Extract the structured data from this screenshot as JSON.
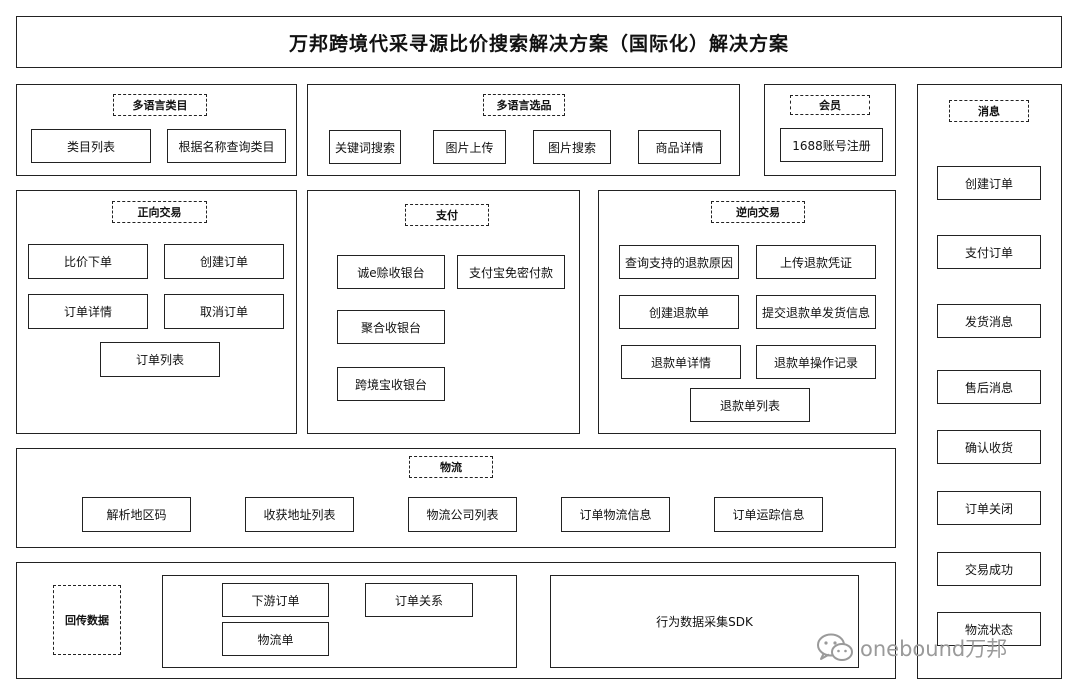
{
  "title": "万邦跨境代采寻源比价搜索解决方案（国际化）解决方案",
  "sections": {
    "category": {
      "tag": "多语言类目",
      "items": [
        "类目列表",
        "根据名称查询类目"
      ]
    },
    "product": {
      "tag": "多语言选品",
      "items": [
        "关键词搜索",
        "图片上传",
        "图片搜索",
        "商品详情"
      ]
    },
    "member": {
      "tag": "会员",
      "items": [
        "1688账号注册"
      ]
    },
    "forward_trade": {
      "tag": "正向交易",
      "items": [
        "比价下单",
        "创建订单",
        "订单详情",
        "取消订单",
        "订单列表"
      ]
    },
    "payment": {
      "tag": "支付",
      "items": [
        "诚e赊收银台",
        "支付宝免密付款",
        "聚合收银台",
        "跨境宝收银台"
      ]
    },
    "reverse_trade": {
      "tag": "逆向交易",
      "items": [
        "查询支持的退款原因",
        "上传退款凭证",
        "创建退款单",
        "提交退款单发货信息",
        "退款单详情",
        "退款单操作记录",
        "退款单列表"
      ]
    },
    "logistics": {
      "tag": "物流",
      "items": [
        "解析地区码",
        "收获地址列表",
        "物流公司列表",
        "订单物流信息",
        "订单运踪信息"
      ]
    },
    "callback": {
      "tag": "回传数据",
      "items": [
        "下游订单",
        "订单关系",
        "物流单"
      ],
      "sdk": "行为数据采集SDK"
    },
    "messages": {
      "tag": "消息",
      "items": [
        "创建订单",
        "支付订单",
        "发货消息",
        "售后消息",
        "确认收货",
        "订单关闭",
        "交易成功",
        "物流状态"
      ]
    }
  },
  "watermark": "onebound万邦"
}
